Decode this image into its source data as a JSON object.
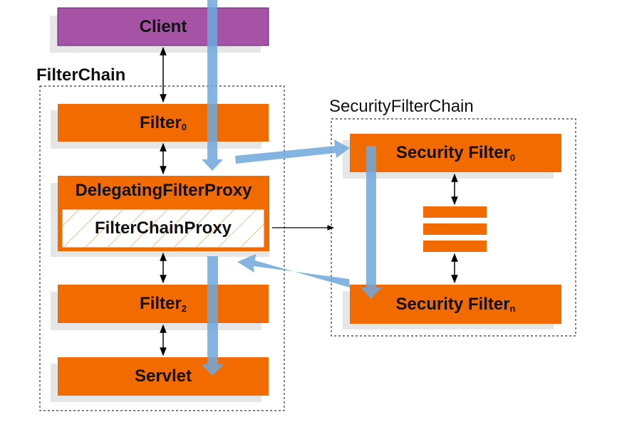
{
  "colors": {
    "client_fill": "#a653a6",
    "filter_fill": "#f26b00",
    "flow_arrow": "#6fa8dc",
    "connector": "#000000",
    "dashed_border": "#333333"
  },
  "client": {
    "label": "Client"
  },
  "filter_chain": {
    "title": "FilterChain",
    "filter0": {
      "label": "Filter",
      "subscript": "0"
    },
    "delegating_proxy": {
      "label": "DelegatingFilterProxy"
    },
    "filter_chain_proxy": {
      "label": "FilterChainProxy"
    },
    "filter2": {
      "label": "Filter",
      "subscript": "2"
    },
    "servlet": {
      "label": "Servlet"
    }
  },
  "security_filter_chain": {
    "title": "SecurityFilterChain",
    "security_filter0": {
      "label": "Security Filter",
      "subscript": "0"
    },
    "security_filtern": {
      "label": "Security Filter",
      "subscript": "n"
    }
  }
}
